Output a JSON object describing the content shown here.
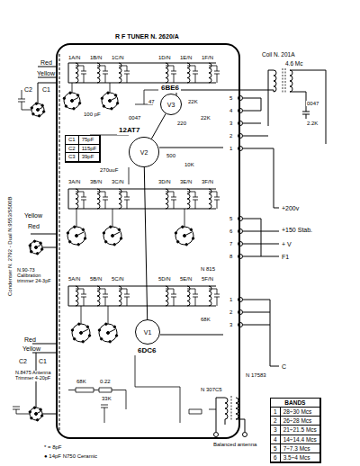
{
  "diagram": {
    "nodes": [
      {
        "text": [
          "R F TUNER N. 2620/A"
        ]
      },
      {
        "text": [
          "6BE6",
          "V3"
        ],
        "in": 0
      },
      {
        "text": [
          "C1",
          "75pF",
          "C2",
          "115pF",
          "C3",
          "39pF"
        ],
        "in": 0
      },
      {
        "text": [
          "12AT7",
          "V2"
        ],
        "in": 0
      },
      {
        "text": [
          "6DC6",
          "V1"
        ],
        "in": 0
      },
      {
        "text": [
          "BANDS",
          "1",
          "28÷30 Mcs",
          "2",
          "26÷28 Mcs",
          "3",
          "21÷21.5 Mcs",
          "4",
          "14÷14.4 Mcs",
          "5",
          "7÷7.3 Mcs",
          "6",
          "3.5÷4 Mcs"
        ]
      }
    ],
    "edges": [
      {
        "from": 1,
        "to": 3,
        "arrow": "none"
      },
      {
        "from": 3,
        "to": 4,
        "arrow": "none"
      }
    ],
    "labels": [
      "Red",
      "Yellow",
      "C2",
      "C1",
      "1A/N",
      "1B/N",
      "1C/N",
      "1D/N",
      "1E/N",
      "1F/N",
      "100 pF",
      "0047",
      "47",
      "220",
      "22K",
      "22K",
      "5",
      "4",
      "3",
      "2",
      "1",
      "Coil N. 201A",
      "4.6 Mc",
      "0047",
      "2.2K",
      "+200v",
      "+150 Stab.",
      "+ V",
      "F1",
      "Condenser N. 2792 - Dual N.9553/S500B",
      "270uuF",
      "500",
      "10K",
      "3A/N",
      "3B/N",
      "3C/N",
      "3D/N",
      "3E/N",
      "3F/N",
      "N 815",
      "5",
      "6",
      "7",
      "8",
      "Yellow",
      "Red",
      "N.90-73 Calibration trimmer 24-3pF",
      "5A/N",
      "5B/N",
      "5C/N",
      "5D/N",
      "5E/N",
      "5F/N",
      "Red",
      "Yellow",
      "C2",
      "C1",
      "N.8475 Antenna Trimmer 4-20pF",
      "68K",
      "1",
      "2",
      "3",
      "C",
      "N 17583",
      "68K",
      "0.22",
      "33K",
      "N 307C5",
      "Balanced antenna",
      "* = 8pF",
      "● 14pF N750 Ceramic"
    ]
  }
}
